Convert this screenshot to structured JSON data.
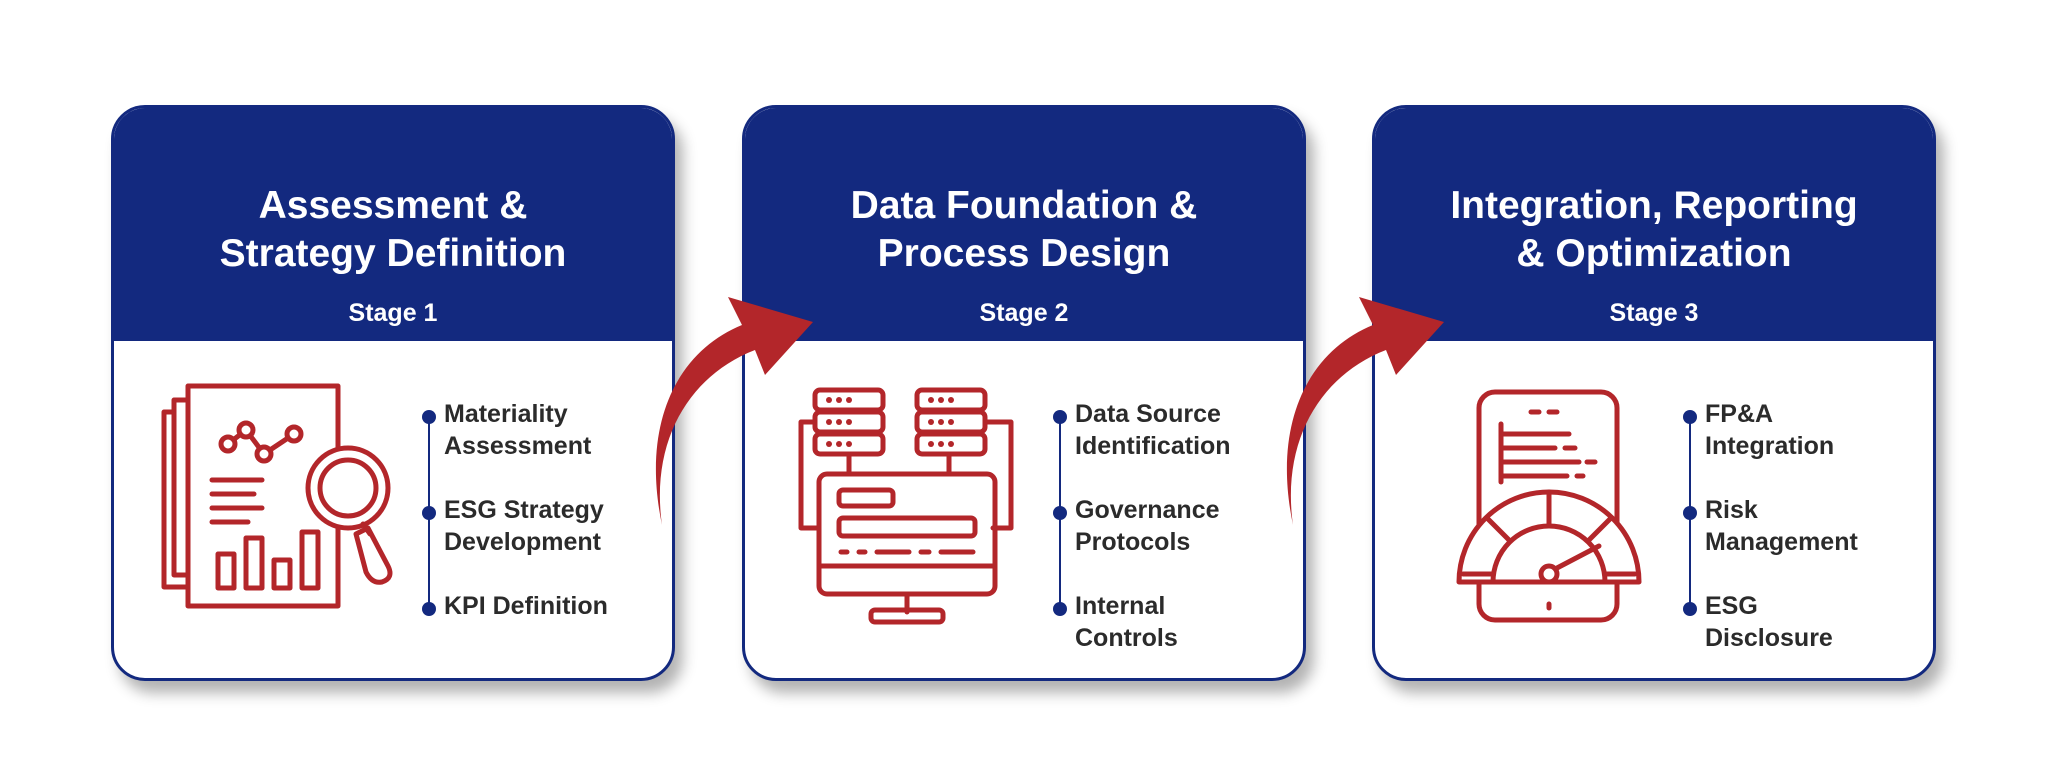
{
  "colors": {
    "navy": "#13297f",
    "red": "#b3262a",
    "text": "#2b2b2b"
  },
  "stages": [
    {
      "title": "Assessment &\nStrategy Definition",
      "stage": "Stage 1",
      "icon": "report-magnifier-icon",
      "items": [
        "Materiality\nAssessment",
        "ESG Strategy\nDevelopment",
        "KPI Definition"
      ]
    },
    {
      "title": "Data Foundation &\nProcess Design",
      "stage": "Stage 2",
      "icon": "server-monitor-icon",
      "items": [
        "Data Source\nIdentification",
        "Governance\nProtocols",
        "Internal\nControls"
      ]
    },
    {
      "title": "Integration, Reporting\n& Optimization",
      "stage": "Stage 3",
      "icon": "dashboard-gauge-icon",
      "items": [
        "FP&A\nIntegration",
        "Risk\nManagement",
        "ESG\nDisclosure"
      ]
    }
  ]
}
